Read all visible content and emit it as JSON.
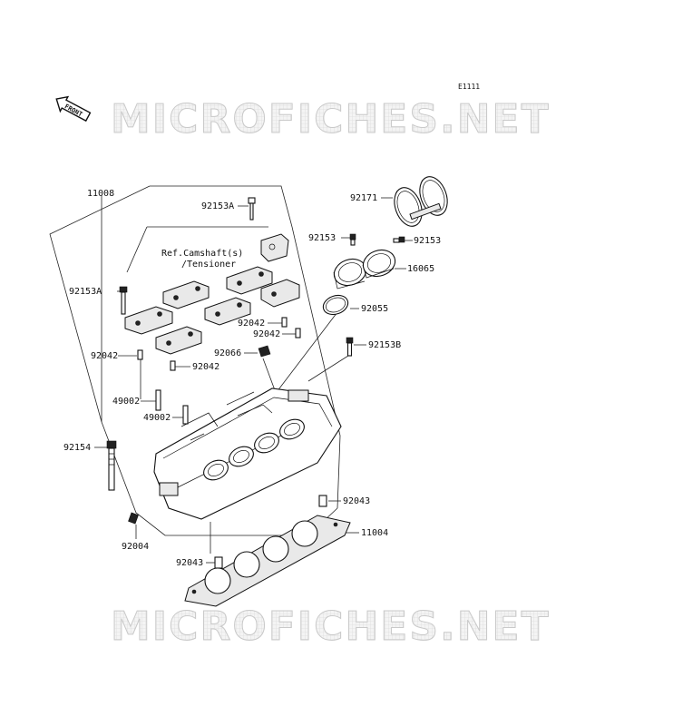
{
  "diagram_code": "E1111",
  "front_badge": "FRONT",
  "watermark": "MICROFICHES.NET",
  "reference_note": {
    "line1": "Ref.Camshaft(s)",
    "line2": "/Tensioner"
  },
  "parts": [
    {
      "id": "11008",
      "label": "11008"
    },
    {
      "id": "92153A-top",
      "label": "92153A"
    },
    {
      "id": "92171",
      "label": "92171"
    },
    {
      "id": "92153-left",
      "label": "92153"
    },
    {
      "id": "92153-right",
      "label": "92153"
    },
    {
      "id": "16065",
      "label": "16065"
    },
    {
      "id": "92153A-left",
      "label": "92153A"
    },
    {
      "id": "92055",
      "label": "92055"
    },
    {
      "id": "92042-a",
      "label": "92042"
    },
    {
      "id": "92042-b",
      "label": "92042"
    },
    {
      "id": "92042-c",
      "label": "92042"
    },
    {
      "id": "92042-d",
      "label": "92042"
    },
    {
      "id": "92066",
      "label": "92066"
    },
    {
      "id": "92153B",
      "label": "92153B"
    },
    {
      "id": "49002-a",
      "label": "49002"
    },
    {
      "id": "49002-b",
      "label": "49002"
    },
    {
      "id": "92154",
      "label": "92154"
    },
    {
      "id": "92043-a",
      "label": "92043"
    },
    {
      "id": "11004",
      "label": "11004"
    },
    {
      "id": "92004",
      "label": "92004"
    },
    {
      "id": "92043-b",
      "label": "92043"
    }
  ]
}
